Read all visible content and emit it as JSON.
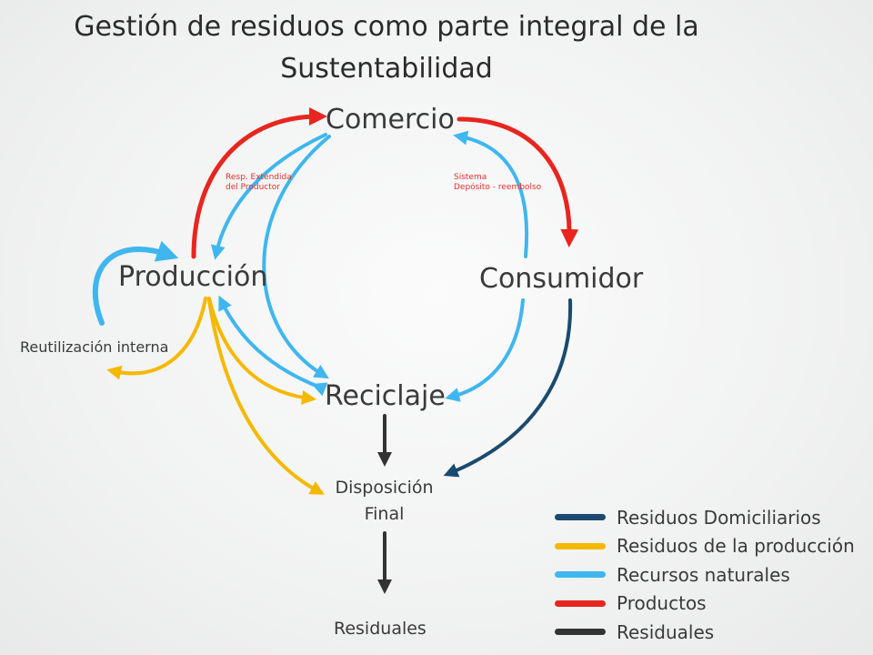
{
  "title": {
    "line1": "Gestión de residuos como parte integral de la",
    "line2": "Sustentabilidad"
  },
  "nodes": {
    "comercio": "Comercio",
    "produccion": "Producción",
    "consumidor": "Consumidor",
    "reciclaje": "Reciclaje",
    "disposicion_line1": "Disposición",
    "disposicion_line2": "Final",
    "residuales": "Residuales",
    "reutilizacion": "Reutilización interna"
  },
  "annotations": {
    "resp_line1": "Resp. Extendida",
    "resp_line2": "del Productor",
    "sistema_line1": "Sistema",
    "sistema_line2": "Depósito - reembolso"
  },
  "legend": [
    {
      "label": "Residuos Domiciliarios",
      "color": "#1b4a6e"
    },
    {
      "label": "Residuos de la producción",
      "color": "#f5b800"
    },
    {
      "label": "Recursos naturales",
      "color": "#3fb6ef"
    },
    {
      "label": "Productos",
      "color": "#e8251f"
    },
    {
      "label": "Residuales",
      "color": "#333333"
    }
  ],
  "colors": {
    "domiciliarios": "#1b4a6e",
    "produccion": "#f5b800",
    "naturales": "#3fb6ef",
    "productos": "#e8251f",
    "residuales": "#333333"
  }
}
